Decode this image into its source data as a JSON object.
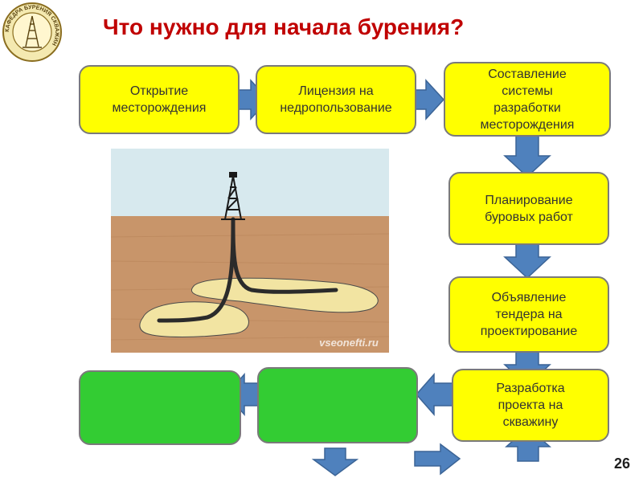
{
  "title": "Что нужно для начала бурения?",
  "logo": {
    "text": "КАФЕДРА БУРЕНИЯ СКВАЖИН"
  },
  "steps": [
    "Открытие\nместорождения",
    "Лицензия на\nнедропользование",
    "Составление\nсистемы\nразработки\nместорождения",
    "Планирование\nбуровых работ",
    "Объявление\nтендера на\nпроектирование",
    "Разработка\nпроекта на\nскважину",
    "",
    ""
  ],
  "image_caption": "vseonefti.ru",
  "page_number": "26",
  "colors": {
    "box_fill": "#ffff00",
    "box_green": "#33cc33",
    "arrow": "#4f81bd",
    "title": "#c00000"
  }
}
